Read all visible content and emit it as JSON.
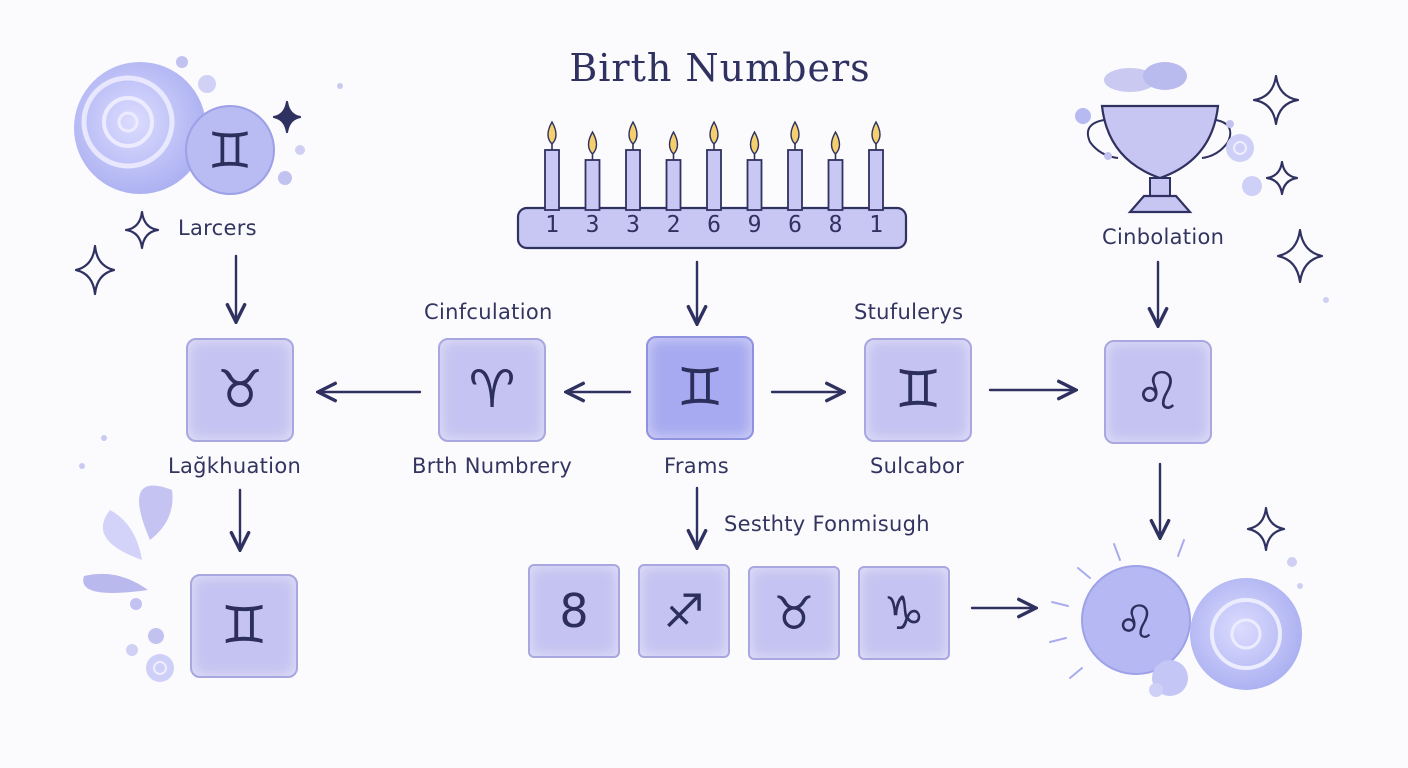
{
  "title": "Birth Numbers",
  "candle_numbers": [
    "1",
    "3",
    "3",
    "2",
    "6",
    "9",
    "6",
    "8",
    "1"
  ],
  "labels": {
    "top_left": "Larcers",
    "top_right": "Cinbolation",
    "mid_left_above": "Cinfculation",
    "mid_right_above": "Stufulerys",
    "below_left": "Lаğkhuation",
    "below_mid_left": "Brth Numbrery",
    "below_center": "Frams",
    "below_mid_right": "Sulcabor",
    "bottom_caption": "Sesthty Fonmisugh"
  },
  "tiles": {
    "left": "♉",
    "mid_left": "♈",
    "center": "♊",
    "mid_right": "♊",
    "right": "♌",
    "bottom_left": "♊",
    "row": [
      "8",
      "♐",
      "♉",
      "♑"
    ],
    "orb_left": "♊",
    "orb_bottom_right": "♌"
  },
  "colors": {
    "tile": "#c5c3f1",
    "tile_center": "#a7aaf0",
    "ink": "#2f3160",
    "flame": "#f3cf6e"
  }
}
